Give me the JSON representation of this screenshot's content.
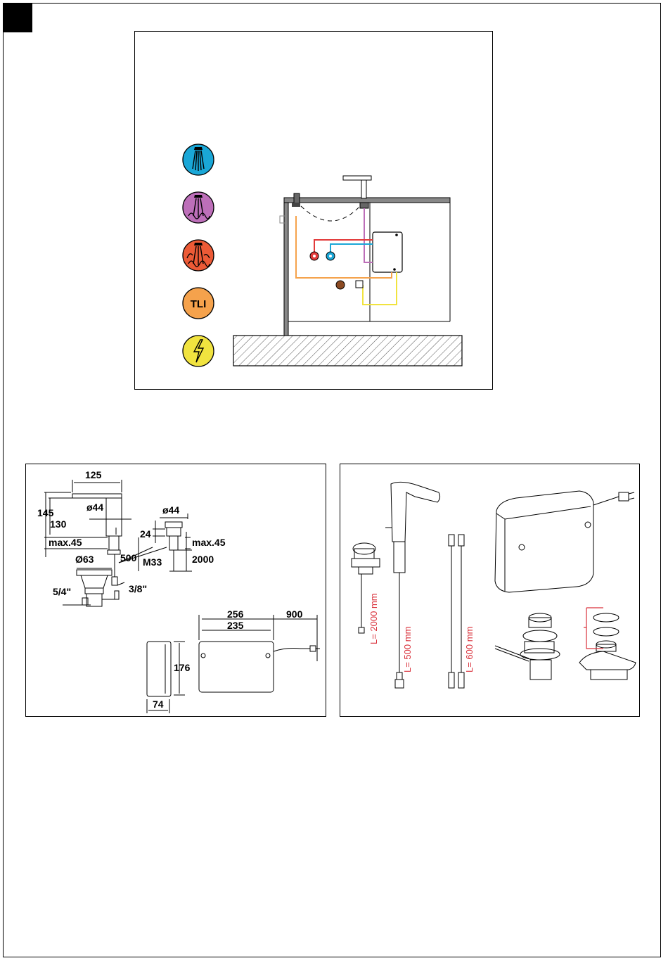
{
  "install": {
    "legend": [
      {
        "name": "cold-water-icon",
        "color": "#1aa7d7"
      },
      {
        "name": "mixed-water-icon",
        "color": "#bd6fb9"
      },
      {
        "name": "hot-water-icon",
        "color": "#ec5a36"
      },
      {
        "name": "tli-icon",
        "label": "TLI",
        "color": "#f5a24c"
      },
      {
        "name": "electricity-icon",
        "color": "#f1e33f"
      }
    ]
  },
  "dimensions": {
    "w125": "125",
    "h145": "145",
    "h130": "130",
    "d44_a": "ø44",
    "d44_b": "ø44",
    "h24": "24",
    "max45_a": "max.45",
    "max45_b": "max.45",
    "h500": "500",
    "m33": "M33",
    "h2000": "2000",
    "d63": "Ø63",
    "t54": "5/4\"",
    "t38": "3/8\"",
    "w256": "256",
    "w235": "235",
    "w900": "900",
    "h176": "176",
    "w74": "74"
  },
  "parts": {
    "sensor_cable": "L= 2000 mm",
    "supply_hose": "L= 500 mm",
    "connection_hoses": "L= 600 mm"
  },
  "colors": {
    "cold": "#1aa7d7",
    "mixed": "#bd6fb9",
    "hot": "#e23a3a",
    "tli": "#f5a24c",
    "electric": "#f1e33f",
    "label_red": "#d9303a"
  }
}
